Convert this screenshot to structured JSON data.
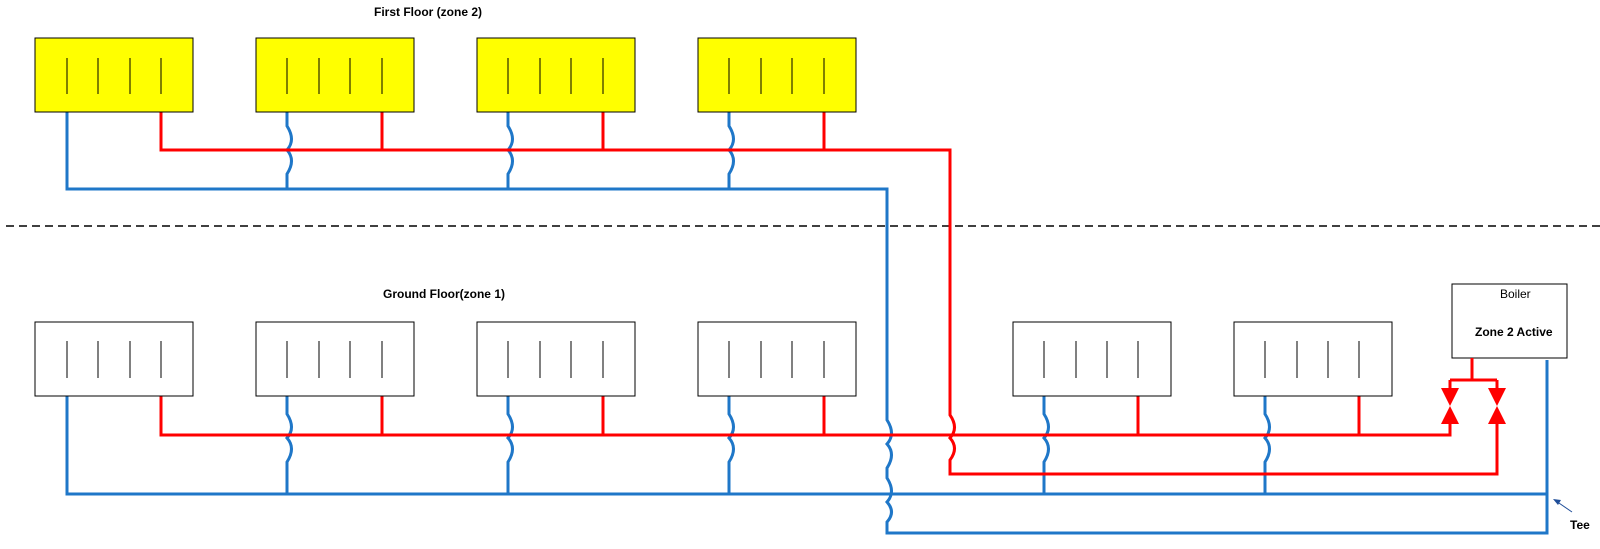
{
  "labels": {
    "first_floor": "First Floor (zone 2)",
    "ground_floor": "Ground Floor(zone 1)",
    "boiler": "Boiler",
    "boiler_status": "Zone 2 Active",
    "tee": "Tee"
  },
  "colors": {
    "active_radiator": "#ffff00",
    "inactive_radiator": "#ffffff",
    "flow_pipe": "#ff0000",
    "return_pipe": "#1f77c8",
    "annotation_arrow": "#1f4e99"
  },
  "zones": [
    {
      "name": "First Floor (zone 2)",
      "radiators": 4,
      "active": true
    },
    {
      "name": "Ground Floor(zone 1)",
      "radiators": 6,
      "active": false
    }
  ]
}
